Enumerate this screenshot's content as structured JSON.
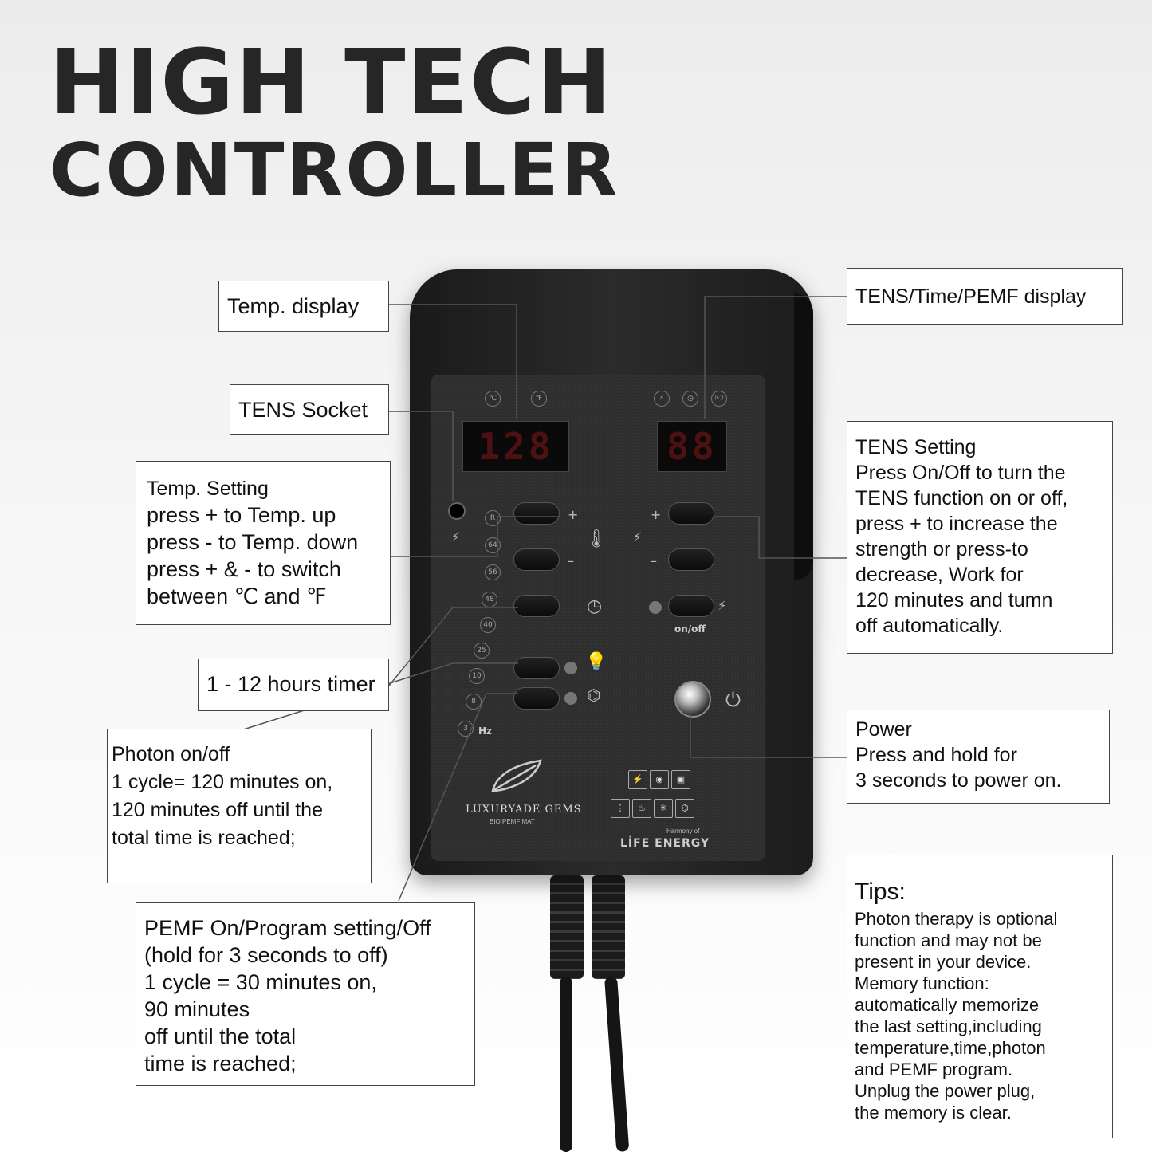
{
  "title": {
    "line1": "HIGH TECH",
    "line2": "CONTROLLER"
  },
  "device": {
    "temp_digits": "128",
    "tens_digits": "88",
    "temp_units": [
      "℃",
      "℉"
    ],
    "tens_mode_icons": [
      "⚡",
      "◷",
      "((·))"
    ],
    "hz_levels": [
      "R",
      "64",
      "56",
      "48",
      "40",
      "25",
      "10",
      "8",
      "3"
    ],
    "hz_unit": "Hz",
    "plus": "+",
    "minus": "–",
    "onoff_label": "on/off",
    "brand": "LUXURYADE GEMS",
    "brand_sub": "BIO PEMF MAT",
    "harmony": "Harmony of",
    "life_energy": "LİFE ENERGY",
    "feature_icons_top": [
      "TENS",
      "EMF Shielded",
      "Class II"
    ],
    "feature_icons_bottom": [
      "F.I.R",
      "Hot Stone",
      "Anions",
      "PEMF"
    ]
  },
  "callouts": {
    "temp_display": "Temp. display",
    "tens_socket": "TENS Socket",
    "temp_setting": {
      "heading": "Temp. Setting",
      "lines": [
        "press + to Temp. up",
        "press - to Temp. down",
        "press + & - to switch",
        "between ℃ and ℉"
      ]
    },
    "timer": "1 - 12 hours timer",
    "photon": {
      "lines": [
        "Photon on/off",
        "1 cycle= 120 minutes on,",
        "120 minutes off until the",
        "total time is reached;"
      ]
    },
    "pemf": {
      "lines": [
        "PEMF On/Program setting/Off",
        "(hold for 3 seconds to off)",
        "1 cycle = 30 minutes on,",
        "90 minutes",
        "off until the total",
        "time is reached;"
      ]
    },
    "tens_display": "TENS/Time/PEMF display",
    "tens_setting": {
      "heading": "TENS Setting",
      "lines": [
        "Press On/Off to turn the",
        "TENS function on or off,",
        "press + to increase the",
        "strength or press-to",
        "decrease, Work for",
        "120 minutes and tumn",
        "off automatically."
      ]
    },
    "power": {
      "heading": "Power",
      "lines": [
        "Press and hold for",
        "3 seconds to power on."
      ]
    },
    "tips": {
      "heading": "Tips:",
      "lines": [
        "Photon therapy is optional",
        "function and may not be",
        "present in your device.",
        "Memory function:",
        "automatically memorize",
        "the last setting,including",
        "temperature,time,photon",
        "and PEMF program.",
        "Unplug the power plug,",
        "the memory is clear."
      ]
    }
  }
}
